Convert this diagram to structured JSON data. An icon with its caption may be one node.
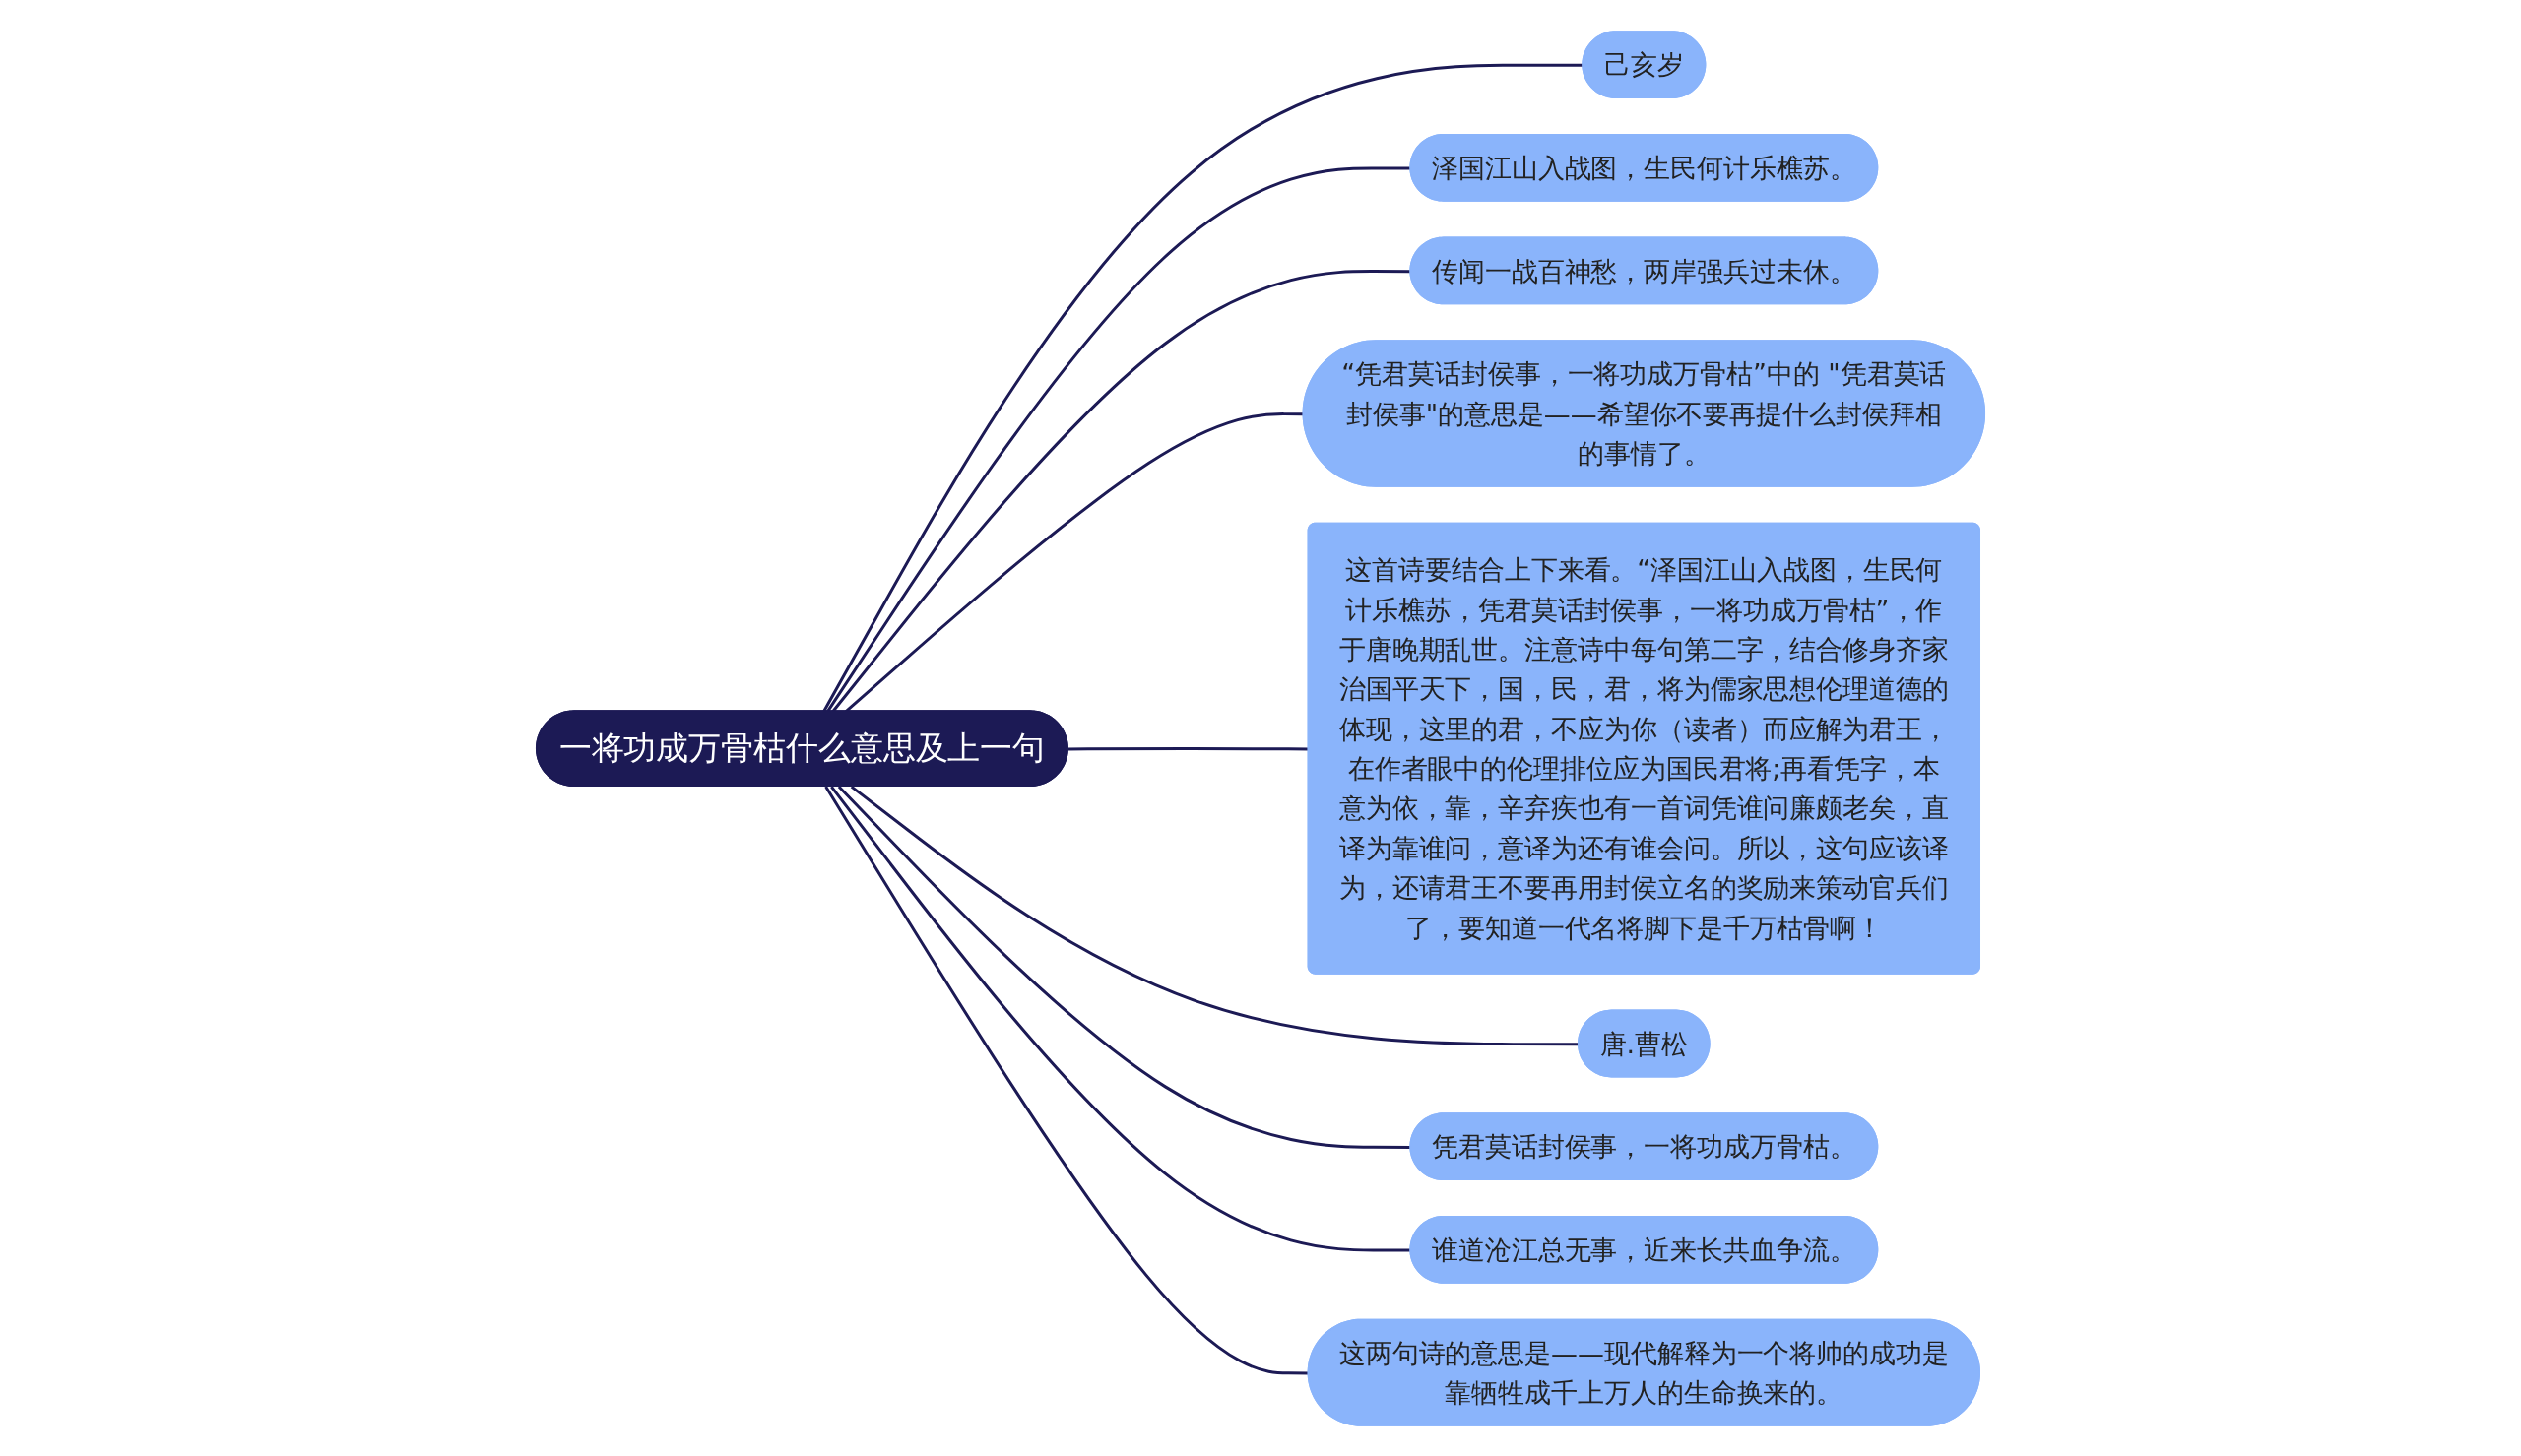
{
  "diagram": {
    "nodes": [
      {
        "text": [
          "一将功成万骨枯什么意思及上一句"
        ]
      },
      {
        "text": [
          "己亥岁"
        ]
      },
      {
        "text": [
          "泽国江山入战图，生民何计乐樵苏。"
        ]
      },
      {
        "text": [
          "传闻一战百神愁，两岸强兵过未休。"
        ]
      },
      {
        "text": [
          "“凭君莫话封侯事，一将功成万骨枯”中的 \"凭君莫话封侯事\"的意思是——希望你不要再提什么封侯拜相的事情了。"
        ]
      },
      {
        "text": [
          "这首诗要结合上下来看。“泽国江山入战图，生民何计乐樵苏，凭君莫话封侯事，一将功成万骨枯”，作于唐晚期乱世。注意诗中每句第二字，结合修身齐家治国平天下，国，民，君，将为儒家思想伦理道德的体现，这里的君，不应为你（读者）而应解为君王，在作者眼中的伦理排位应为国民君将;再看凭字，本意为依，靠，辛弃疾也有一首词凭谁问廉颇老矣，直译为靠谁问，意译为还有谁会问。所以，这句应该译为，还请君王不要再用封侯立名的奖励来策动官兵们了，要知道一代名将脚下是千万枯骨啊！"
        ]
      },
      {
        "text": [
          "唐.曹松"
        ]
      },
      {
        "text": [
          "凭君莫话封侯事，一将功成万骨枯。"
        ]
      },
      {
        "text": [
          "谁道沧江总无事，近来长共血争流。"
        ]
      },
      {
        "text": [
          "这两句诗的意思是——现代解释为一个将帅的成功是靠牺牲成千上万人的生命换来的。"
        ]
      }
    ],
    "edges": [
      {
        "from": 0,
        "to": 1,
        "arrow": "none"
      },
      {
        "from": 0,
        "to": 2,
        "arrow": "none"
      },
      {
        "from": 0,
        "to": 3,
        "arrow": "none"
      },
      {
        "from": 0,
        "to": 4,
        "arrow": "none"
      },
      {
        "from": 0,
        "to": 5,
        "arrow": "none"
      },
      {
        "from": 0,
        "to": 6,
        "arrow": "none"
      },
      {
        "from": 0,
        "to": 7,
        "arrow": "none"
      },
      {
        "from": 0,
        "to": 8,
        "arrow": "none"
      },
      {
        "from": 0,
        "to": 9,
        "arrow": "none"
      }
    ]
  }
}
